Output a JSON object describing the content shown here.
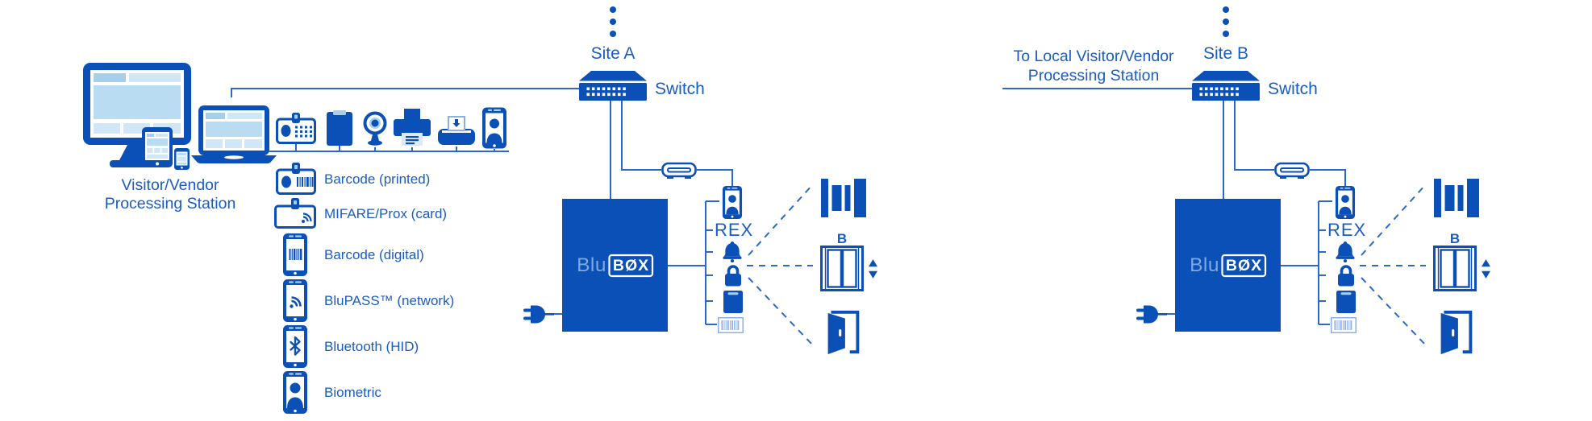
{
  "colors": {
    "primary": "#0b50b6",
    "line": "#2a6ac8",
    "text": "#1a5cc2",
    "screen_mid": "#a6cfec",
    "screen_light": "#b9dcf3",
    "screen_pale": "#cfe7f7",
    "logo_light": "#7fa8dc",
    "barcode_pale": "#8ab1e3"
  },
  "station": {
    "label_line1": "Visitor/Vendor",
    "label_line2": "Processing Station",
    "icons": [
      "desktop-monitor",
      "tablet",
      "smartphone",
      "laptop"
    ]
  },
  "peripherals": {
    "icons": [
      "id-badge-camera",
      "clipboard-tablet",
      "webcam",
      "printer",
      "scanner",
      "smartphone-photo"
    ]
  },
  "credentials": {
    "items": [
      {
        "label": "Barcode (printed)",
        "icon": "id-badge-barcode"
      },
      {
        "label": "MIFARE/Prox (card)",
        "icon": "prox-card"
      },
      {
        "label": "Barcode (digital)",
        "icon": "phone-barcode"
      },
      {
        "label": "BluPASS™ (network)",
        "icon": "phone-network"
      },
      {
        "label": "Bluetooth (HID)",
        "icon": "phone-bluetooth"
      },
      {
        "label": "Biometric",
        "icon": "phone-person"
      }
    ]
  },
  "site_a": {
    "name": "Site A",
    "switch_label": "Switch",
    "rex_label": "REX",
    "elevator_label": "B",
    "logo_prefix": "Blu",
    "logo_suffix": "BØX"
  },
  "site_b": {
    "name": "Site B",
    "switch_label": "Switch",
    "rex_label": "REX",
    "elevator_label": "B",
    "logo_prefix": "Blu",
    "logo_suffix": "BØX",
    "remote_line1": "To Local Visitor/Vendor",
    "remote_line2": "Processing Station"
  }
}
